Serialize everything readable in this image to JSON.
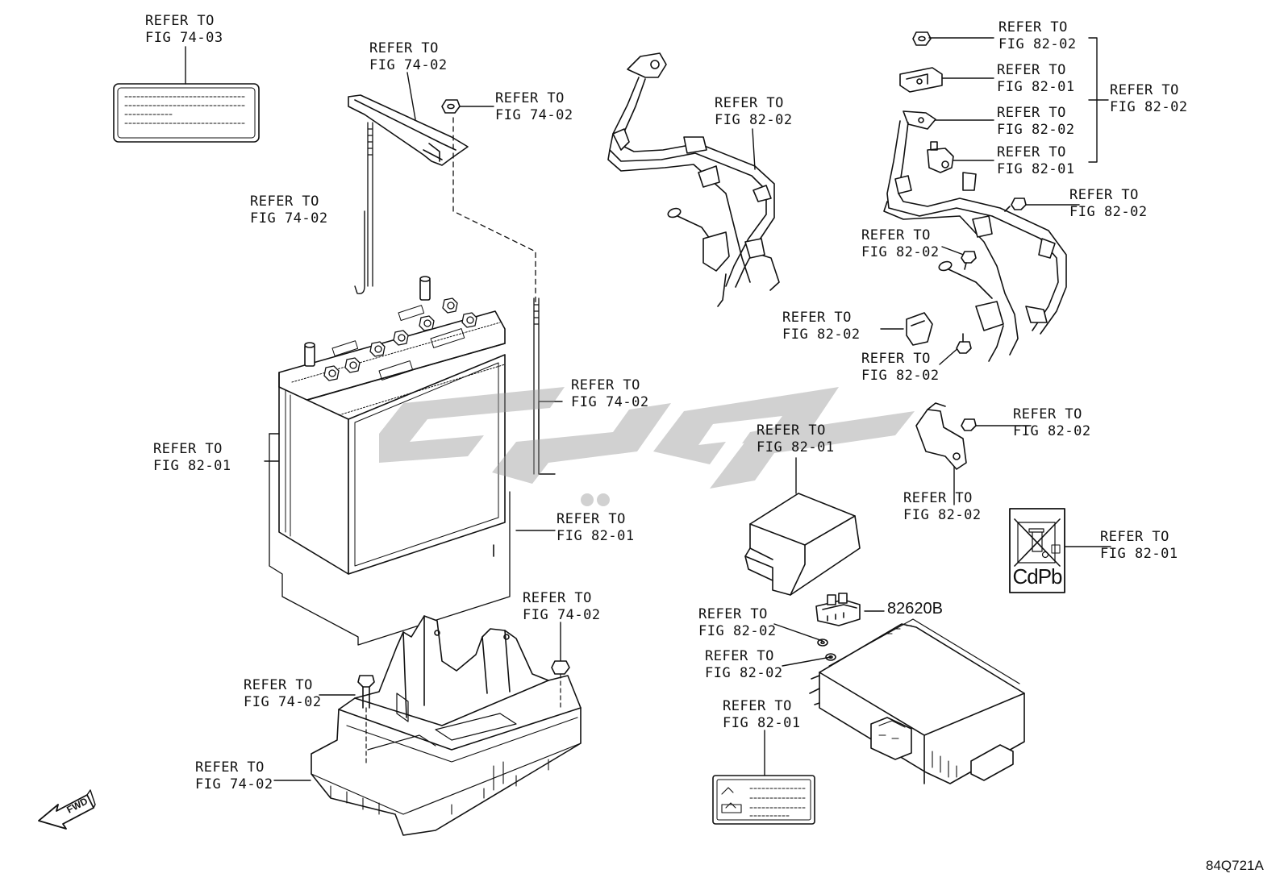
{
  "diagram": {
    "labels": [
      {
        "id": "fig7403-top",
        "l1": "REFER TO",
        "l2": "FIG 74-03"
      },
      {
        "id": "hold-down-bracket",
        "l1": "REFER TO",
        "l2": "FIG 74-02"
      },
      {
        "id": "hold-down-nut",
        "l1": "REFER TO",
        "l2": "FIG 74-02"
      },
      {
        "id": "left-rod",
        "l1": "REFER TO",
        "l2": "FIG 74-02"
      },
      {
        "id": "battery",
        "l1": "REFER TO",
        "l2": "FIG 82-01"
      },
      {
        "id": "right-rod",
        "l1": "REFER TO",
        "l2": "FIG 74-02"
      },
      {
        "id": "battery-cover",
        "l1": "REFER TO",
        "l2": "FIG 82-01"
      },
      {
        "id": "tray-nut",
        "l1": "REFER TO",
        "l2": "FIG 74-02"
      },
      {
        "id": "tray-bolt",
        "l1": "REFER TO",
        "l2": "FIG 74-02"
      },
      {
        "id": "tray",
        "l1": "REFER TO",
        "l2": "FIG 74-02"
      },
      {
        "id": "cable-harness-mid",
        "l1": "REFER TO",
        "l2": "FIG 82-02"
      },
      {
        "id": "top-nut",
        "l1": "REFER TO",
        "l2": "FIG 82-02"
      },
      {
        "id": "terminal-clamp",
        "l1": "REFER TO",
        "l2": "FIG 82-01"
      },
      {
        "id": "group-bracket",
        "l1": "REFER TO",
        "l2": "FIG 82-02"
      },
      {
        "id": "terminal-cap",
        "l1": "REFER TO",
        "l2": "FIG 82-02"
      },
      {
        "id": "sensor-terminal",
        "l1": "REFER TO",
        "l2": "FIG 82-01"
      },
      {
        "id": "harness-bolt",
        "l1": "REFER TO",
        "l2": "FIG 82-02"
      },
      {
        "id": "harness-bolt-2",
        "l1": "REFER TO",
        "l2": "FIG 82-02"
      },
      {
        "id": "clip",
        "l1": "REFER TO",
        "l2": "FIG 82-02"
      },
      {
        "id": "harness-bolt-3",
        "l1": "REFER TO",
        "l2": "FIG 82-02"
      },
      {
        "id": "bracket-bolt",
        "l1": "REFER TO",
        "l2": "FIG 82-02"
      },
      {
        "id": "cover",
        "l1": "REFER TO",
        "l2": "FIG 82-01"
      },
      {
        "id": "bracket",
        "l1": "REFER TO",
        "l2": "FIG 82-02"
      },
      {
        "id": "recycle-label",
        "l1": "REFER TO",
        "l2": "FIG 82-01"
      },
      {
        "id": "ecu-nut-1",
        "l1": "REFER TO",
        "l2": "FIG 82-02"
      },
      {
        "id": "ecu-nut-2",
        "l1": "REFER TO",
        "l2": "FIG 82-02"
      },
      {
        "id": "caution-label",
        "l1": "REFER TO",
        "l2": "FIG 82-01"
      }
    ],
    "part_number": "82620B",
    "recycle_text": "CdPb",
    "fwd_text": "FWD",
    "drawing_code": "84Q721A"
  }
}
